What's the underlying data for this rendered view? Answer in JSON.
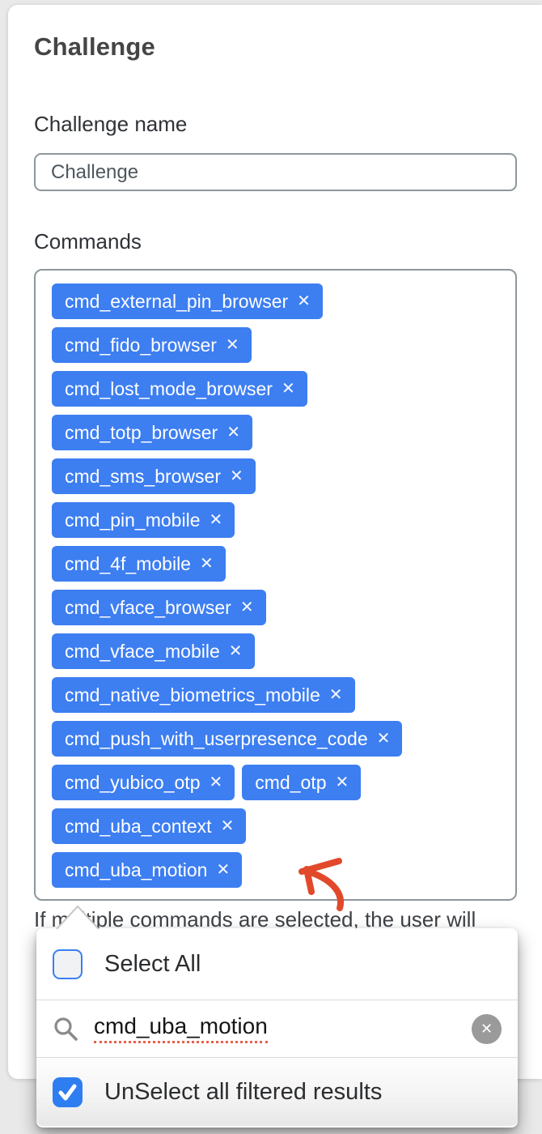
{
  "colors": {
    "chip": "#3d7ef1",
    "cbchecked": "#2e7ef2",
    "cbborder": "#3a7ff2",
    "arrow": "#e2492b"
  },
  "form": {
    "title": "Challenge",
    "name_field": {
      "label": "Challenge name",
      "value": "Challenge"
    },
    "commands_field": {
      "label": "Commands",
      "remove_glyph": "✕",
      "chip_rows": [
        [
          "cmd_external_pin_browser"
        ],
        [
          "cmd_fido_browser"
        ],
        [
          "cmd_lost_mode_browser"
        ],
        [
          "cmd_totp_browser"
        ],
        [
          "cmd_sms_browser"
        ],
        [
          "cmd_pin_mobile"
        ],
        [
          "cmd_4f_mobile"
        ],
        [
          "cmd_vface_browser"
        ],
        [
          "cmd_vface_mobile"
        ],
        [
          "cmd_native_biometrics_mobile"
        ],
        [
          "cmd_push_with_userpresence_code"
        ],
        [
          "cmd_yubico_otp",
          "cmd_otp"
        ],
        [
          "cmd_uba_context"
        ],
        [
          "cmd_uba_motion"
        ]
      ]
    },
    "helper_text": "If multiple commands are selected, the user will"
  },
  "dropdown": {
    "select_all": {
      "label": "Select All",
      "checked": false
    },
    "search": {
      "value": "cmd_uba_motion",
      "clear_glyph": "✕"
    },
    "unselect_filtered": {
      "label": "UnSelect all filtered results",
      "checked": true
    }
  }
}
